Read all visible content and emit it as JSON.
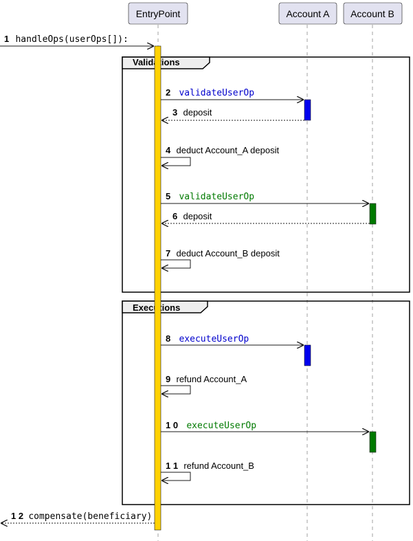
{
  "participants": [
    {
      "id": "entry",
      "label": "EntryPoint"
    },
    {
      "id": "a",
      "label": "Account A"
    },
    {
      "id": "b",
      "label": "Account B"
    }
  ],
  "groups": [
    {
      "id": "validations",
      "label": "Validations"
    },
    {
      "id": "executions",
      "label": "Executions"
    }
  ],
  "messages": [
    {
      "num": "1",
      "text": "handleOps(userOps[]):",
      "mono": true,
      "color": "#000000"
    },
    {
      "num": "2",
      "text": "validateUserOp",
      "mono": true,
      "color": "#0000cc"
    },
    {
      "num": "3",
      "text": "deposit",
      "mono": false,
      "color": "#000000"
    },
    {
      "num": "4",
      "text": "deduct Account_A deposit",
      "mono": false,
      "color": "#000000"
    },
    {
      "num": "5",
      "text": "validateUserOp",
      "mono": true,
      "color": "#007a00"
    },
    {
      "num": "6",
      "text": "deposit",
      "mono": false,
      "color": "#000000"
    },
    {
      "num": "7",
      "text": "deduct Account_B deposit",
      "mono": false,
      "color": "#000000"
    },
    {
      "num": "8",
      "text": "executeUserOp",
      "mono": true,
      "color": "#0000cc"
    },
    {
      "num": "9",
      "text": "refund Account_A",
      "mono": false,
      "color": "#000000"
    },
    {
      "num": "1 0",
      "text": "executeUserOp",
      "mono": true,
      "color": "#007a00"
    },
    {
      "num": "1 1",
      "text": "refund Account_B",
      "mono": false,
      "color": "#000000"
    },
    {
      "num": "1 2",
      "text": "compensate(beneficiary)",
      "mono": true,
      "color": "#000000"
    }
  ],
  "colors": {
    "participant_fill": "#e2e2f0",
    "participant_border": "#181818",
    "lifeline": "#a0a0a0",
    "entry_activation": "#ffd200",
    "account_a_activation": "#0000ee",
    "account_b_activation": "#007a00",
    "group_tab": "#eeeeee"
  }
}
